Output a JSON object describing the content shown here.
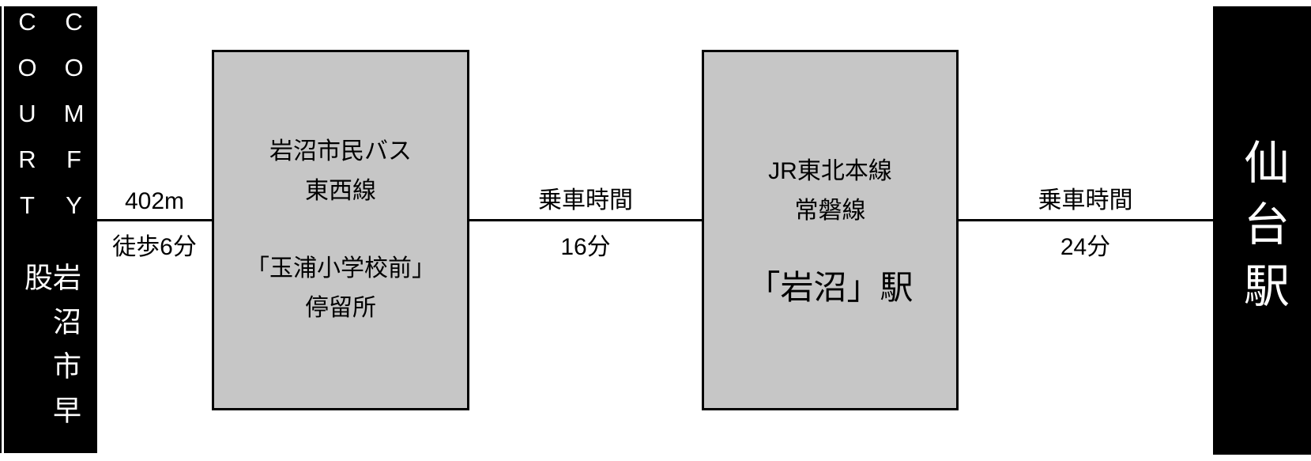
{
  "colors": {
    "bar_bg": "#000000",
    "bar_text": "#ffffff",
    "box_bg": "#c6c6c6",
    "box_border": "#000000",
    "line": "#000000",
    "text": "#000000"
  },
  "origin": {
    "latin_col_1": "COURT",
    "latin_col_2": "COMFY",
    "name": "岩沼市早股"
  },
  "walk": {
    "distance": "402m",
    "duration": "徒歩6分"
  },
  "bus": {
    "line1": "岩沼市民バス",
    "line2": "東西線",
    "stop1": "「玉浦小学校前」",
    "stop2": "停留所"
  },
  "ride1": {
    "label": "乗車時間",
    "duration": "16分"
  },
  "train": {
    "line1": "JR東北本線",
    "line2": "常磐線",
    "station": "「岩沼」駅"
  },
  "ride2": {
    "label": "乗車時間",
    "duration": "24分"
  },
  "destination": {
    "name": "仙台駅"
  }
}
